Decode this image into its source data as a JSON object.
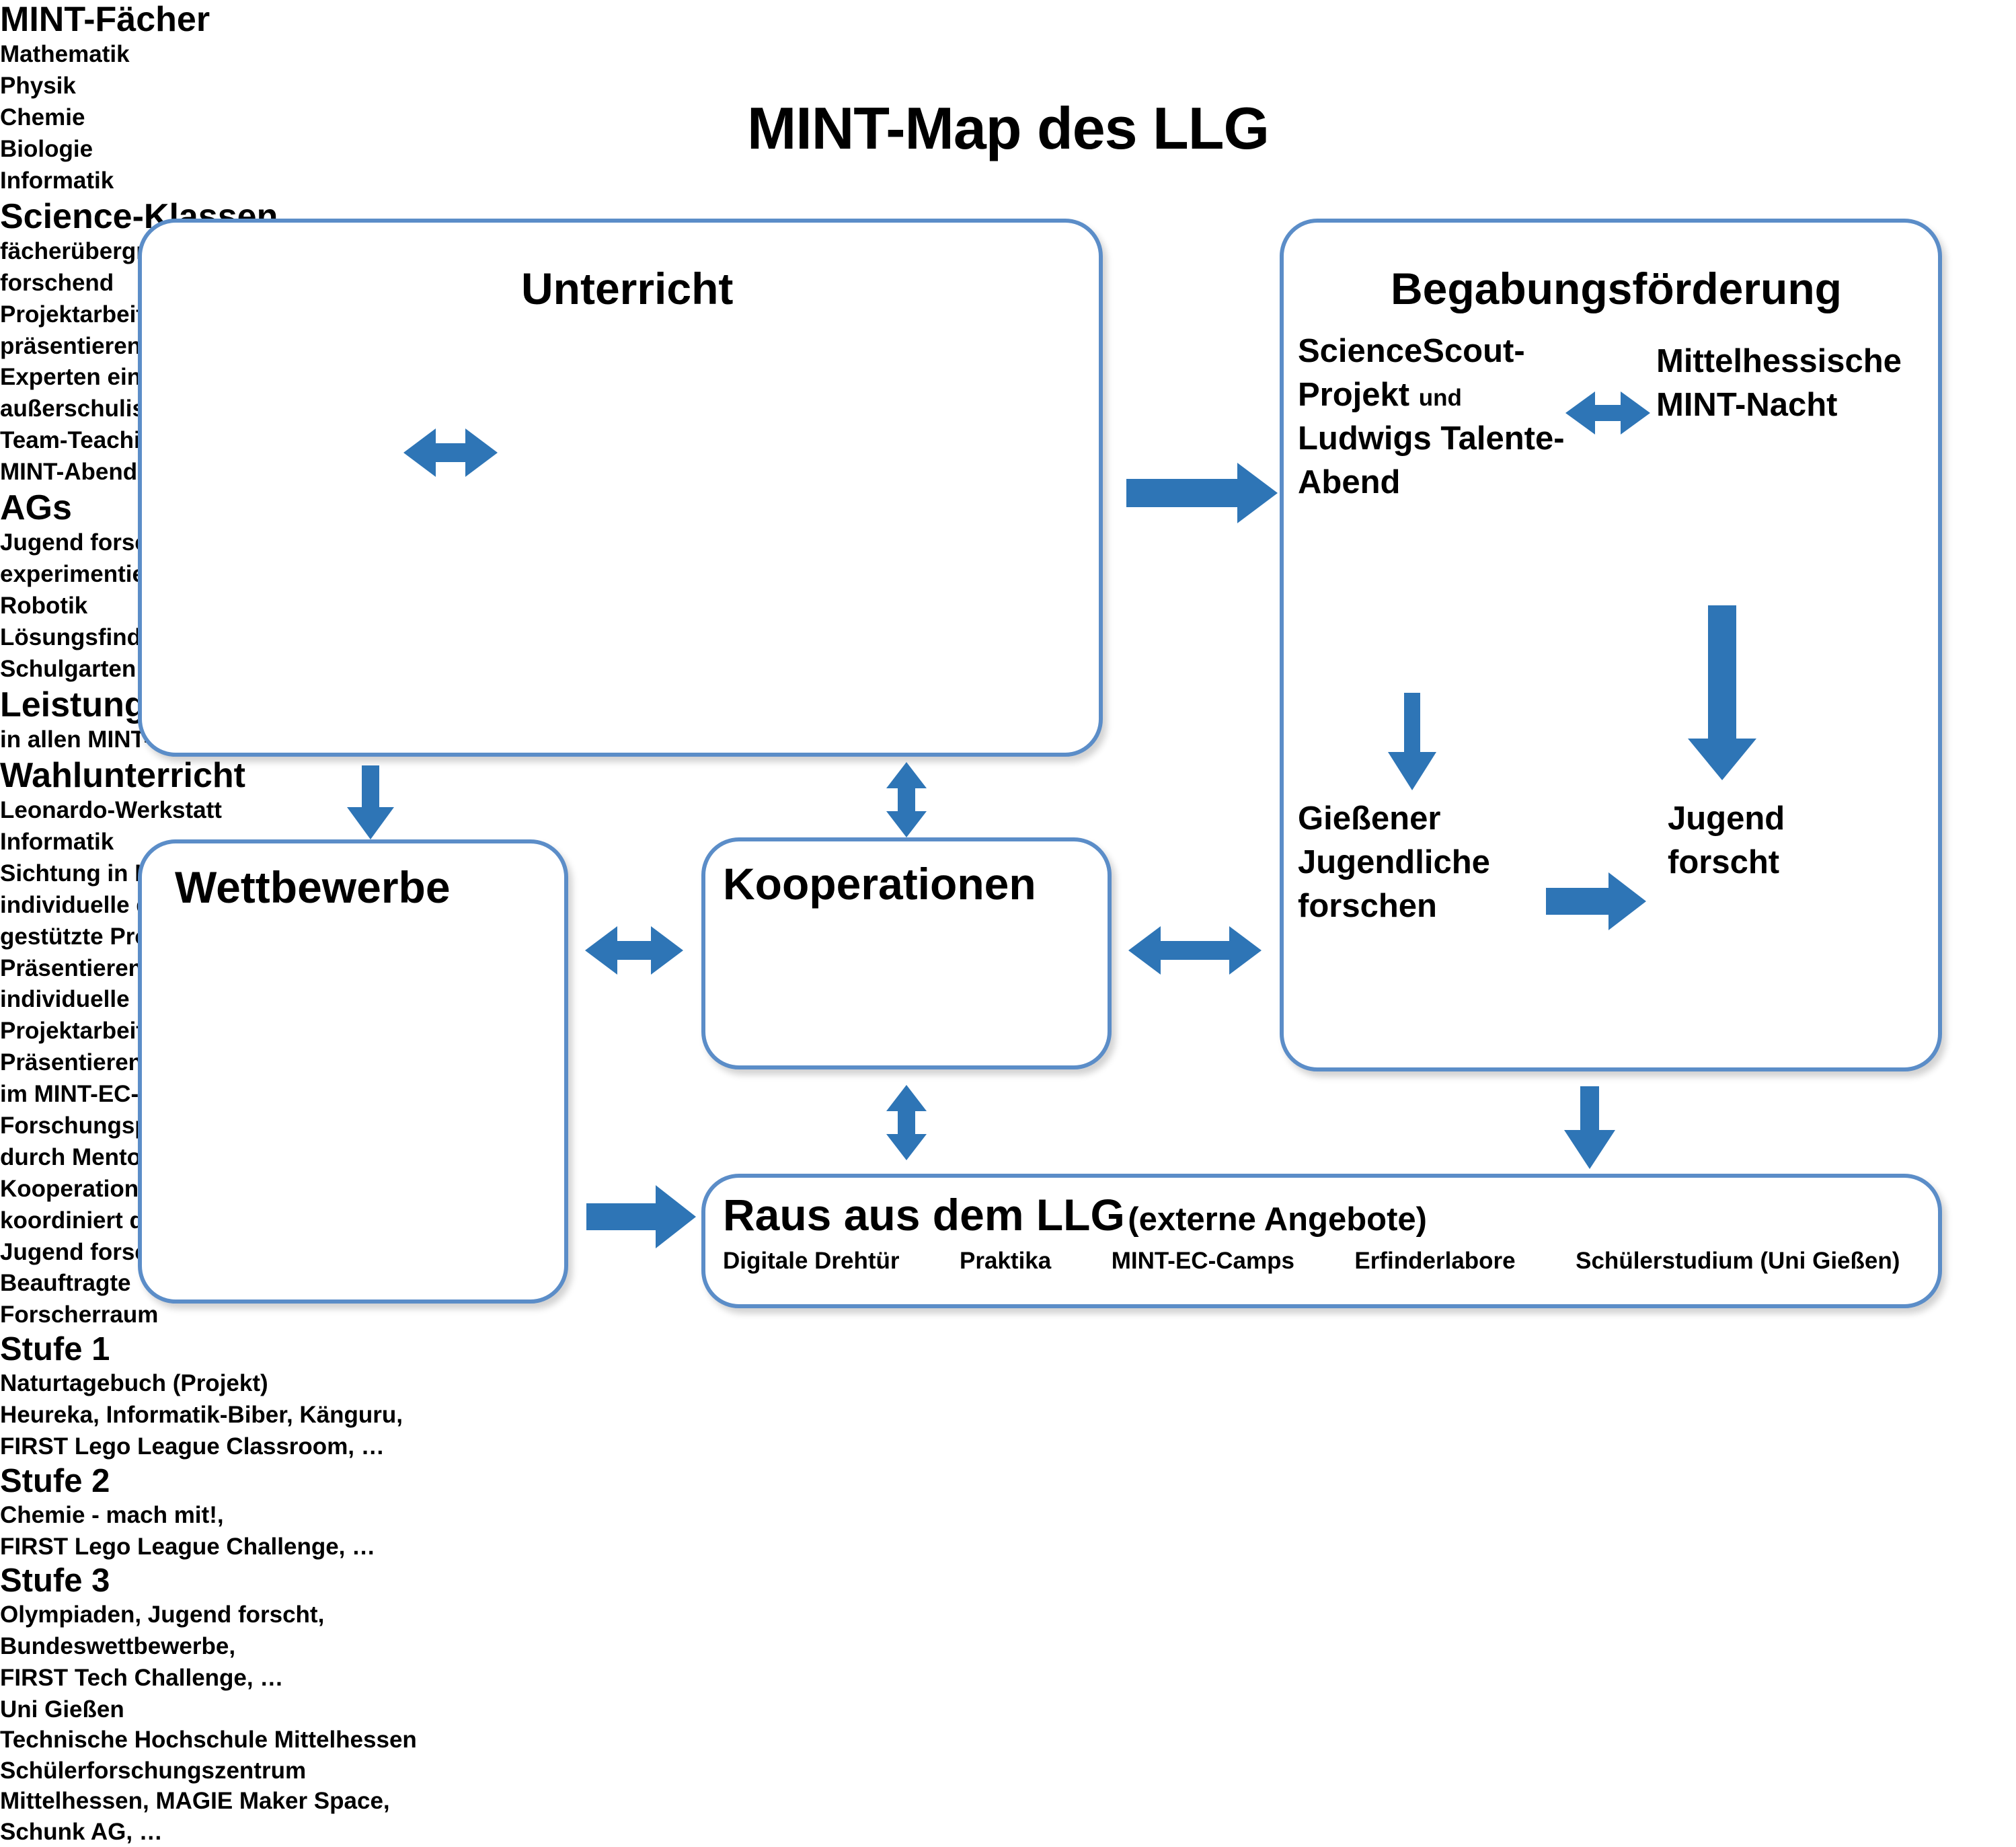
{
  "title": "MINT-Map des LLG",
  "colors": {
    "box_border": "#5B8DC8",
    "arrow": "#2E75B6",
    "background": "#FFFFFF",
    "text": "#000000"
  },
  "boxes": {
    "unterricht": {
      "title": "Unterricht",
      "columns": [
        {
          "heading": "MINT-Fächer",
          "items": [
            "Mathematik",
            "Physik",
            "Chemie",
            "Biologie",
            "Informatik"
          ]
        },
        {
          "heading": "Science-Klassen",
          "items": [
            "fächerübergreifend",
            "forschend",
            "Projektarbeit",
            "präsentieren",
            "Experten einbinden",
            "außerschulische Lernorte",
            "Team-Teaching",
            "MINT-Abend"
          ]
        },
        {
          "heading": "AGs",
          "items": [
            "Jugend forscht / Schüler",
            "experimentieren",
            "Robotik",
            "Lösungsfinder",
            "Schulgarten"
          ]
        }
      ],
      "sub_left": {
        "heading": "Leistungskurse",
        "items": [
          "in allen MINT-Fächern"
        ]
      },
      "sub_right": {
        "heading": "Wahlunterricht",
        "items": [
          "Leonardo-Werkstatt",
          "Informatik"
        ]
      }
    },
    "begabungsfoerderung": {
      "title": "Begabungsförderung",
      "columns": [
        {
          "heading_line1": "ScienceScout-",
          "heading_line2": "Projekt",
          "heading_conjunction": "und",
          "heading_line3": "Ludwigs Talente-",
          "heading_line4": "Abend",
          "items": [
            "Sichtung in Konferenzen",
            "individuelle durch Mentoren",
            "gestützte Projektarbeit",
            "Präsentieren"
          ]
        },
        {
          "heading_line1": "Mittelhessische",
          "heading_line2": "MINT-Nacht",
          "items": [
            "individuelle",
            "Projektarbeit",
            "Präsentieren",
            "im MINT-EC-Cluster"
          ]
        }
      ],
      "lower_columns": [
        {
          "heading_line1": "Gießener",
          "heading_line2": "Jugendliche",
          "heading_line3": "forschen",
          "items": [
            "Forschungsprojekt",
            "durch Mentoren gestützt",
            "Kooperation Uni Gießen"
          ]
        },
        {
          "heading_line1": "Jugend",
          "heading_line2": "forscht",
          "items": [
            "koordiniert durch",
            "Jugend forscht-",
            "Beauftragte",
            "Forscherraum"
          ]
        }
      ]
    },
    "wettbewerbe": {
      "title": "Wettbewerbe",
      "groups": [
        {
          "heading": "Stufe 1",
          "items": [
            "Naturtagebuch (Projekt)",
            "Heureka, Informatik-Biber, Känguru,",
            "FIRST Lego League Classroom, …"
          ]
        },
        {
          "heading": "Stufe 2",
          "items": [
            "Chemie - mach mit!,",
            "FIRST Lego League Challenge, …"
          ]
        },
        {
          "heading": "Stufe 3",
          "items": [
            "Olympiaden, Jugend forscht,",
            "Bundeswettbewerbe,",
            "FIRST Tech Challenge, …"
          ]
        }
      ]
    },
    "kooperationen": {
      "title": "Kooperationen",
      "items": [
        "Uni Gießen",
        "Technische Hochschule Mittelhessen",
        "Schülerforschungszentrum",
        "Mittelhessen, MAGIE Maker Space,",
        "Schunk AG, …"
      ]
    },
    "raus": {
      "title": "Raus aus dem LLG",
      "title_suffix": "(externe Angebote)",
      "items": [
        "Digitale Drehtür",
        "Praktika",
        "MINT-EC-Camps",
        "Erfinderlabore",
        "Schülerstudium (Uni Gießen)"
      ]
    }
  },
  "arrows": [
    {
      "name": "arrow-mintfaecher-scienceklassen",
      "kind": "double-horizontal"
    },
    {
      "name": "arrow-unterricht-begabungsfoerderung",
      "kind": "right"
    },
    {
      "name": "arrow-sciencescout-mintnacht",
      "kind": "double-horizontal"
    },
    {
      "name": "arrow-unterricht-wettbewerbe",
      "kind": "down"
    },
    {
      "name": "arrow-kooperationen-unterricht",
      "kind": "double-vertical"
    },
    {
      "name": "arrow-sciencescout-giessener",
      "kind": "down"
    },
    {
      "name": "arrow-mintnacht-jugendforscht",
      "kind": "down"
    },
    {
      "name": "arrow-giessener-jugendforscht",
      "kind": "right"
    },
    {
      "name": "arrow-wettbewerbe-kooperationen",
      "kind": "double-horizontal"
    },
    {
      "name": "arrow-kooperationen-begabungsfoerderung",
      "kind": "double-horizontal"
    },
    {
      "name": "arrow-kooperationen-raus",
      "kind": "double-vertical"
    },
    {
      "name": "arrow-begabungsfoerderung-raus",
      "kind": "down"
    },
    {
      "name": "arrow-wettbewerbe-raus",
      "kind": "right"
    }
  ]
}
